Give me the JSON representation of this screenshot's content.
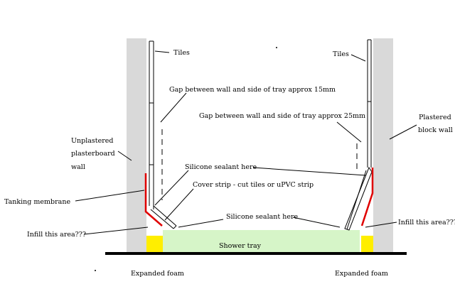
{
  "labels": {
    "tiles_left": "Tiles",
    "tiles_right": "Tiles",
    "gap_left": "Gap between wall and side of tray approx 15mm",
    "gap_right": "Gap between wall and side of tray approx 25mm",
    "plastered_wall_1": "Plastered",
    "plastered_wall_2": "block wall",
    "unplastered_1": "Unplastered",
    "unplastered_2": "plasterboard",
    "unplastered_3": "wall",
    "silicone_top": "Silicone sealant here",
    "cover_strip": "Cover strip -  cut tiles or uPVC strip",
    "tanking": "Tanking membrane",
    "silicone_bottom": "Silicone sealant here",
    "infill_left": "Infill this area???",
    "infill_right": "Infill this area???",
    "shower_tray": "Shower tray",
    "foam_left": "Expanded foam",
    "foam_right": "Expanded foam"
  },
  "colors": {
    "wall": "#d9d9d9",
    "tray": "#d6f5c8",
    "foam": "#ffee00",
    "membrane": "#e00000",
    "floor": "#000000"
  }
}
